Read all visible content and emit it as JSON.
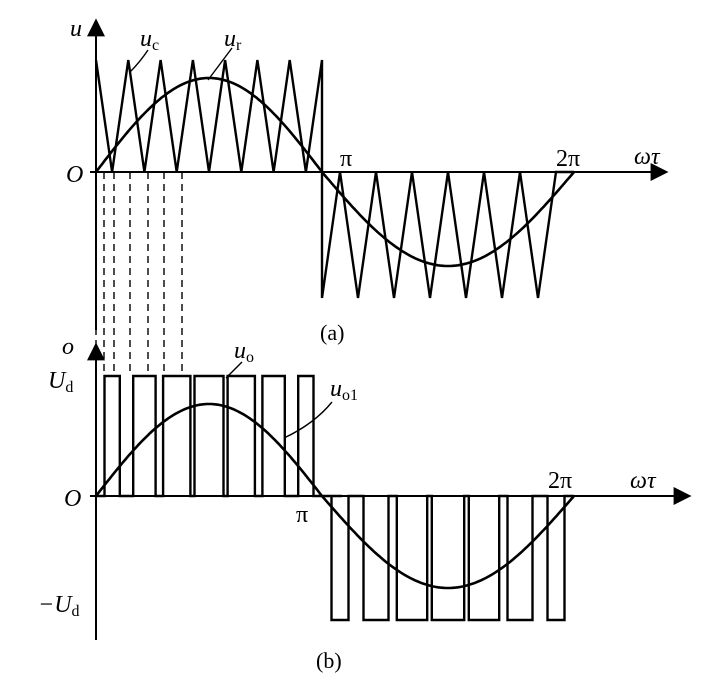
{
  "panel_a": {
    "caption": "(a)",
    "y_axis_label": "u",
    "x_axis_label": "ωτ",
    "origin_label": "O",
    "tick_pi": "π",
    "tick_2pi": "2π",
    "carrier_label_main": "u",
    "carrier_label_sub": "c",
    "reference_label_main": "u",
    "reference_label_sub": "r"
  },
  "panel_b": {
    "caption": "(b)",
    "y_axis_label": "o",
    "x_axis_label": "ωτ",
    "origin_label": "O",
    "tick_pi": "π",
    "tick_2pi": "2π",
    "pos_level_main": "U",
    "pos_level_sub": "d",
    "neg_level_prefix": "−U",
    "neg_level_sub": "d",
    "output_label_main": "u",
    "output_label_sub": "o",
    "fundamental_label_main": "u",
    "fundamental_label_sub": "o1"
  },
  "figure": {
    "carrier_periods_per_half_cycle": 7,
    "modulation_shape": "sine",
    "output_levels": [
      "U_d",
      "0",
      "−U_d"
    ]
  }
}
